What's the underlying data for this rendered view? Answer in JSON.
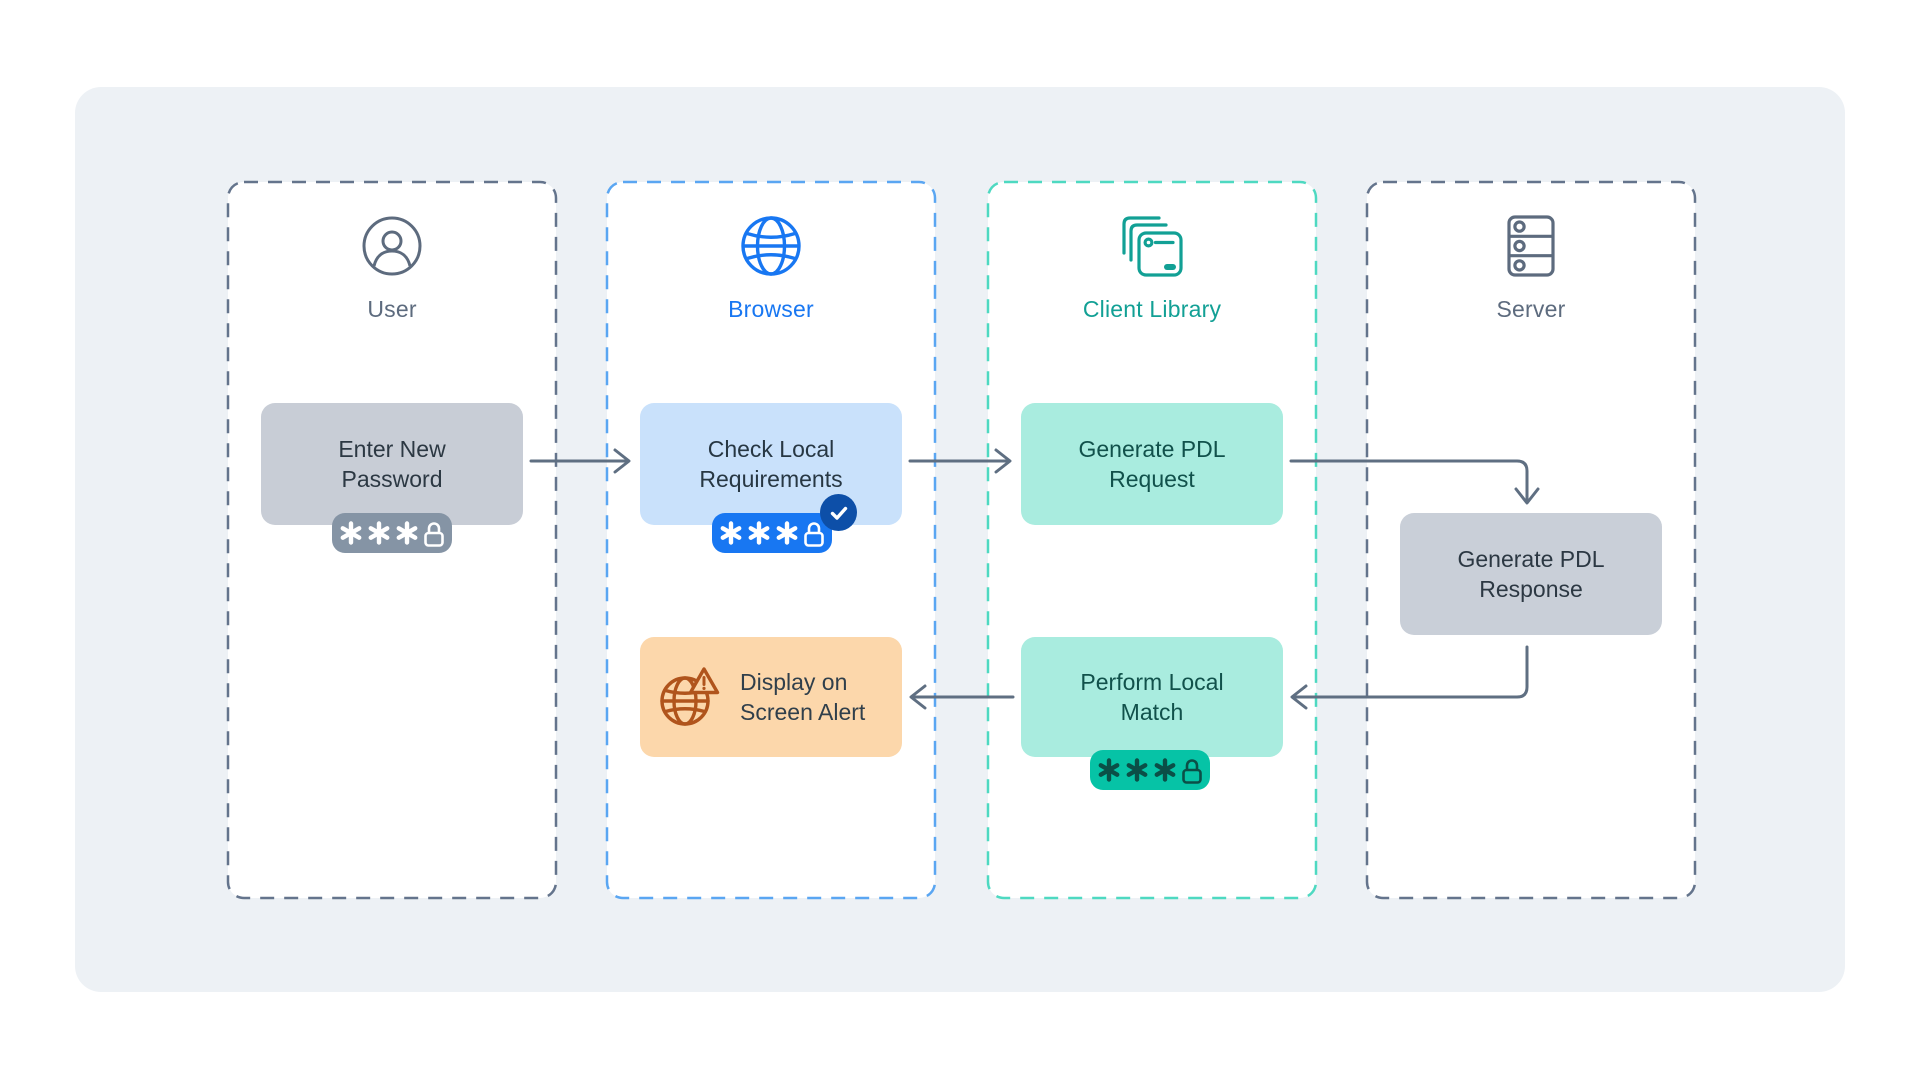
{
  "canvas": {
    "background": "#ffffff",
    "panel_background": "#edf1f5"
  },
  "columns": {
    "user": {
      "label": "User",
      "icon": "user-icon",
      "label_color": "#5d6b7e",
      "border_color": "#64748c",
      "fill": "#ffffff"
    },
    "browser": {
      "label": "Browser",
      "icon": "globe-icon",
      "label_color": "#1877f2",
      "border_color": "#5aa6f2",
      "fill": "#ffffff"
    },
    "client_library": {
      "label": "Client Library",
      "icon": "layers-icon",
      "label_color": "#12a095",
      "border_color": "#4ed9c1",
      "fill": "#ffffff"
    },
    "server": {
      "label": "Server",
      "icon": "server-icon",
      "label_color": "#5d6b7e",
      "border_color": "#64748c",
      "fill": "#ffffff"
    }
  },
  "nodes": {
    "enter_new_password": {
      "line1": "Enter New",
      "line2": "Password",
      "bg": "#c8cdd6",
      "text_color": "#2c3843",
      "badge": "masked-password-gray"
    },
    "check_local_requirements": {
      "line1": "Check Local",
      "line2": "Requirements",
      "bg": "#c9e1fb",
      "text_color": "#273743",
      "badge": "masked-password-blue-verified"
    },
    "generate_pdl_request": {
      "line1": "Generate PDL",
      "line2": "Request",
      "bg": "#a9ecdf",
      "text_color": "#11514b"
    },
    "generate_pdl_response": {
      "line1": "Generate PDL",
      "line2": "Response",
      "bg": "#c9cfd8",
      "text_color": "#2c3843"
    },
    "perform_local_match": {
      "line1": "Perform Local",
      "line2": "Match",
      "bg": "#a9ecdf",
      "text_color": "#11514b",
      "badge": "masked-password-teal"
    },
    "display_on_screen_alert": {
      "line1": "Display on",
      "line2": "Screen Alert",
      "bg": "#fcd7ab",
      "text_color": "#303f4b",
      "icon": "globe-alert-icon",
      "icon_color": "#b0541c"
    }
  },
  "badges": {
    "masked_value": "***",
    "lock_icon": "lock-icon",
    "gray": {
      "bg": "#8594a5",
      "glyph_color": "#ffffff"
    },
    "blue": {
      "bg": "#1877f2",
      "glyph_color": "#ffffff",
      "check_circle_bg": "#0d4fa8",
      "check_color": "#ffffff"
    },
    "teal": {
      "bg": "#06c3a6",
      "glyph_color": "#0b4f47"
    }
  },
  "arrows": {
    "color": "#5f6f82"
  }
}
